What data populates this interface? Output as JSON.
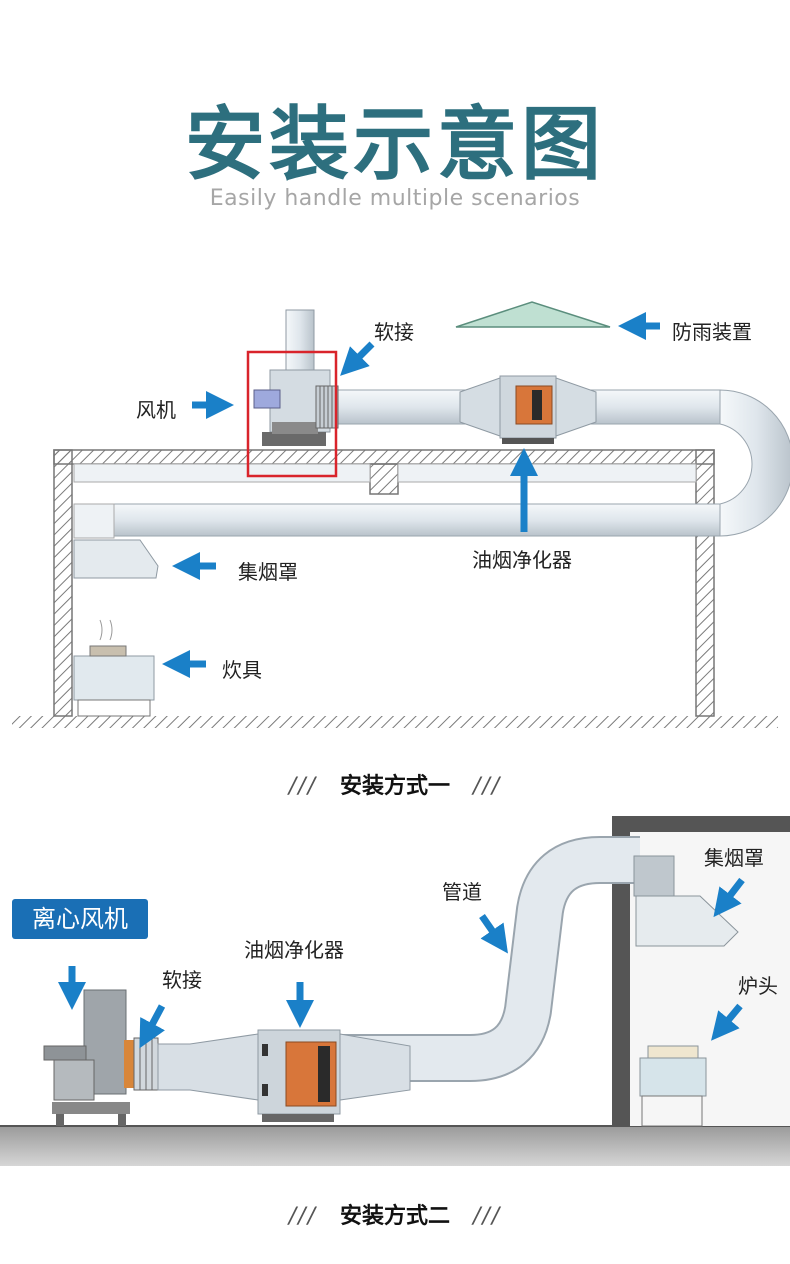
{
  "header": {
    "title": "安装示意图",
    "subtitle": "Easily handle multiple scenarios"
  },
  "diagram1": {
    "labels": {
      "soft_joint": "软接",
      "rain_cover": "防雨装置",
      "fan": "风机",
      "hood": "集烟罩",
      "purifier": "油烟净化器",
      "stove": "炊具"
    },
    "caption": "安装方式一"
  },
  "diagram2": {
    "labels": {
      "centrifugal_fan": "离心风机",
      "soft_joint": "软接",
      "purifier": "油烟净化器",
      "duct": "管道",
      "hood": "集烟罩",
      "burner": "炉头"
    },
    "caption": "安装方式二"
  },
  "caption_slashes": "///",
  "colors": {
    "title": "#2d6f7e",
    "arrow": "#1a80c8",
    "badge": "#1a6fb5",
    "highlight": "#d9242b",
    "duct": "#dfe6ec",
    "purifier_window": "#d8763a"
  }
}
